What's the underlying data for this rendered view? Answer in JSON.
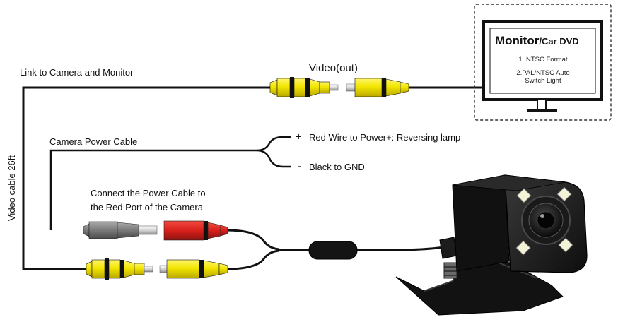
{
  "labels": {
    "link": "Link to Camera and Monitor",
    "video_out": "Video(out)",
    "video_cable": "Video cable 26ft",
    "power_cable": "Camera Power Cable",
    "red_wire": "Red Wire to Power+: Reversing lamp",
    "black_wire": "Black to GND",
    "connect_line1": "Connect the Power Cable to",
    "connect_line2": "the Red Port of the Camera",
    "plus_sign": "+",
    "minus_sign": "-"
  },
  "monitor": {
    "title_main": "Monitor",
    "title_sub": "/Car DVD",
    "line1": "1. NTSC Format",
    "line2a": "2.PAL/NTSC Auto",
    "line2b": "Switch Light"
  },
  "colors": {
    "cable": "#111111",
    "rca_yellow": "#f2e600",
    "power_red": "#d8201c",
    "power_gray": "#7a7a7a"
  }
}
